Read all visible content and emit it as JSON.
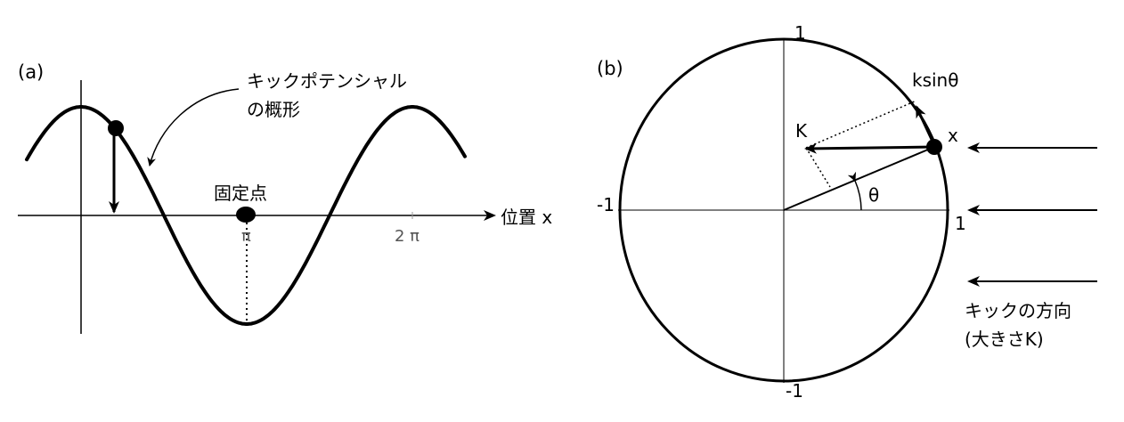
{
  "panel_a": {
    "label": "(a)",
    "potential_label_line1": "キックポテンシャル",
    "potential_label_line2": "の概形",
    "fixed_point_label": "固定点",
    "axis_label": "位置 x",
    "tick_pi": "π",
    "tick_2pi": "2 π"
  },
  "panel_b": {
    "label": "(b)",
    "top_tick": "1",
    "bottom_tick": "-1",
    "left_tick": "-1",
    "right_tick": "1",
    "k_label": "K",
    "x_label": "x",
    "ksin_label": "ksinθ",
    "theta_label": "θ",
    "kick_direction_line1": "キックの方向",
    "kick_direction_line2": "(大きさK)"
  }
}
